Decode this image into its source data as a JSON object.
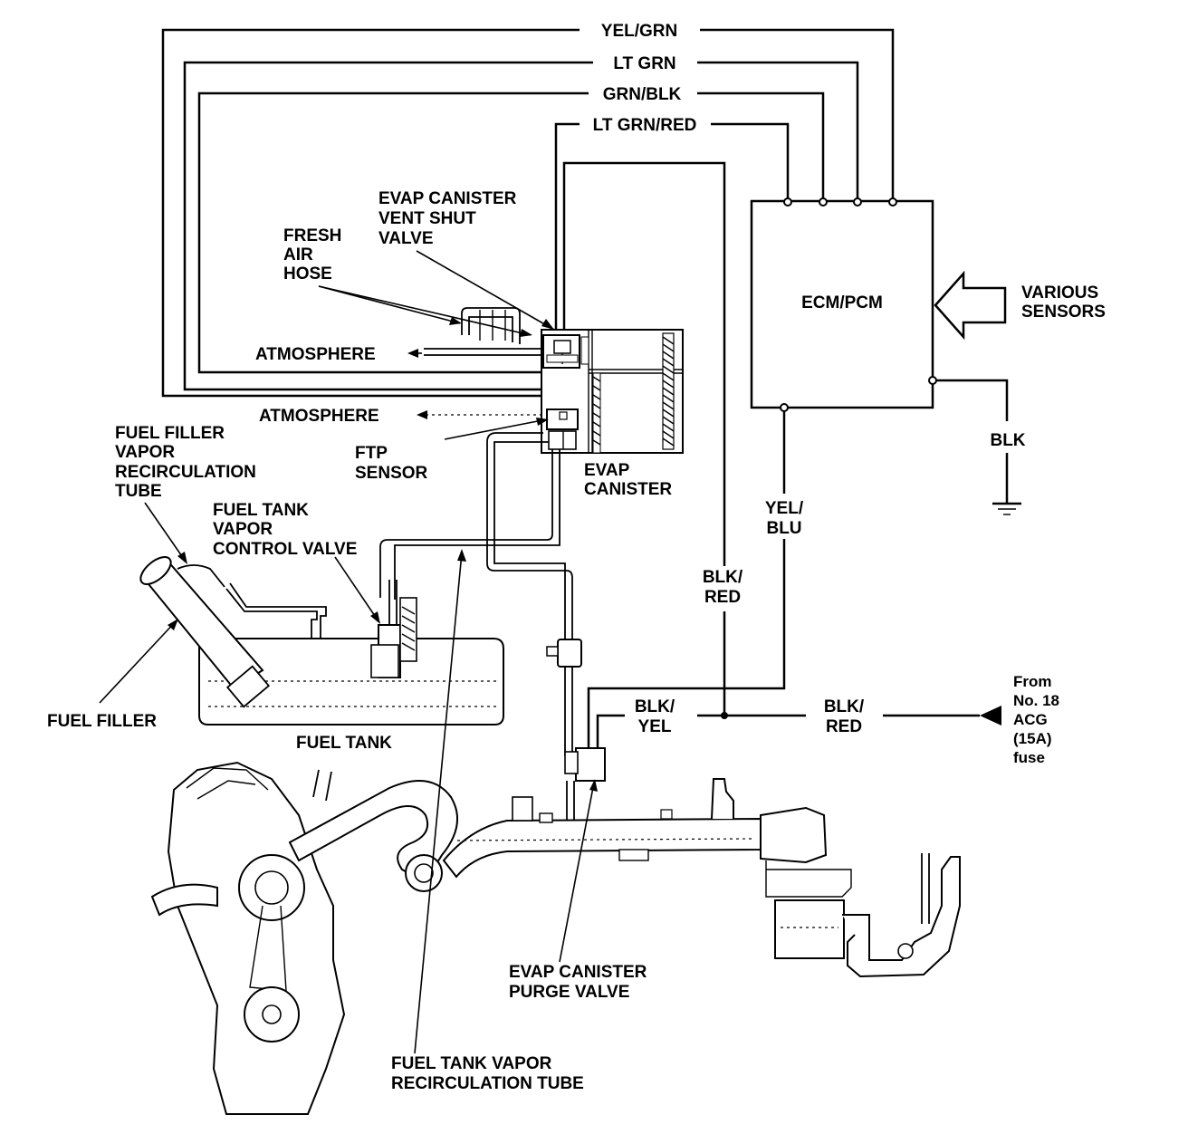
{
  "wires": {
    "yel_grn": "YEL/GRN",
    "lt_grn": "LT GRN",
    "grn_blk": "GRN/BLK",
    "lt_grn_red": "LT GRN/RED",
    "blk": "BLK",
    "yel_blu_1": "YEL/",
    "yel_blu_2": "BLU",
    "blk_red_a_1": "BLK/",
    "blk_red_a_2": "RED",
    "blk_yel_1": "BLK/",
    "blk_yel_2": "YEL",
    "blk_red_b_1": "BLK/",
    "blk_red_b_2": "RED"
  },
  "components": {
    "ecm": "ECM/PCM",
    "sensors_1": "VARIOUS",
    "sensors_2": "SENSORS",
    "vent_valve_1": "EVAP CANISTER",
    "vent_valve_2": "VENT SHUT",
    "vent_valve_3": "VALVE",
    "fresh_air_1": "FRESH",
    "fresh_air_2": "AIR",
    "fresh_air_3": "HOSE",
    "atmosphere_1": "ATMOSPHERE",
    "atmosphere_2": "ATMOSPHERE",
    "ftp_1": "FTP",
    "ftp_2": "SENSOR",
    "canister_1": "EVAP",
    "canister_2": "CANISTER",
    "filler_tube_1": "FUEL FILLER",
    "filler_tube_2": "VAPOR",
    "filler_tube_3": "RECIRCULATION",
    "filler_tube_4": "TUBE",
    "tank_valve_1": "FUEL TANK",
    "tank_valve_2": "VAPOR",
    "tank_valve_3": "CONTROL VALVE",
    "fuel_filler": "FUEL FILLER",
    "fuel_tank": "FUEL TANK",
    "fuse_1": "From",
    "fuse_2": "No. 18",
    "fuse_3": "ACG",
    "fuse_4": "(15A)",
    "fuse_5": "fuse",
    "purge_1": "EVAP CANISTER",
    "purge_2": "PURGE VALVE",
    "recirc_1": "FUEL TANK VAPOR",
    "recirc_2": "RECIRCULATION TUBE"
  }
}
